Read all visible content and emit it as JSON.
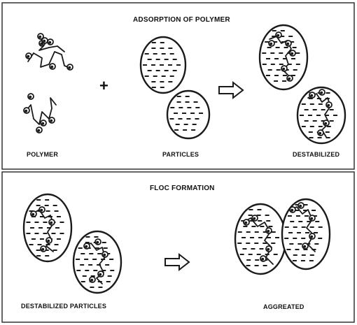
{
  "sections": [
    {
      "title": "ADSORPTION OF POLYMER",
      "labels": {
        "polymer": "POLYMER",
        "particles": "PARTICLES",
        "destabilized": "DESTABILIZED"
      },
      "plus": "+"
    },
    {
      "title": "FLOC FORMATION",
      "labels": {
        "destabilized_particles": "DESTABILIZED PARTICLES",
        "aggregated": "AGGREATED"
      }
    }
  ],
  "colors": {
    "ink": "#1a1a1a",
    "border": "#333333",
    "background": "#ffffff"
  },
  "icons": [
    "polymer-chain-icon",
    "particle-icon",
    "arrow-right-icon"
  ]
}
